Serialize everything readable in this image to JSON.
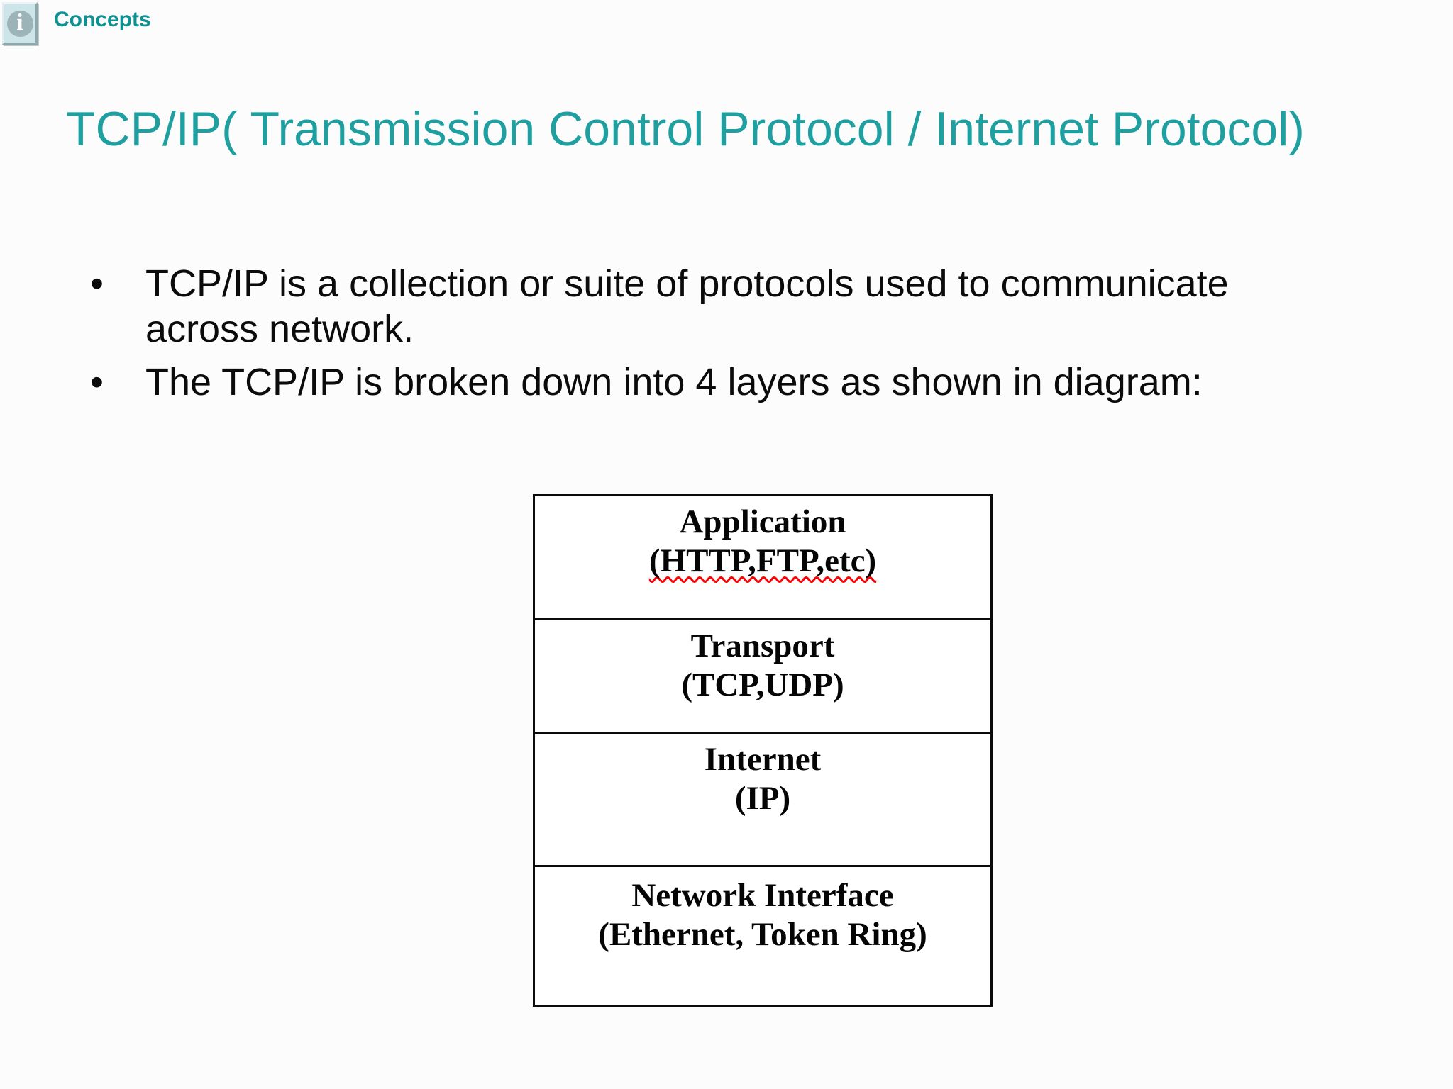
{
  "header": {
    "label": "Concepts",
    "icon_glyph": "i"
  },
  "title": {
    "text": "TCP/IP( Transmission Control Protocol / Internet Protocol)"
  },
  "bullets": {
    "marker": "•",
    "items": [
      "TCP/IP is a collection or suite of protocols used to communicate across network.",
      "The TCP/IP is broken down into 4 layers as shown in diagram:"
    ]
  },
  "diagram": {
    "type": "layer-stack",
    "layer_count": 4,
    "layers": [
      {
        "name": "Application",
        "protocols": "(HTTP,FTP,etc)",
        "spellcheck_underline": true
      },
      {
        "name": "Transport",
        "protocols": "(TCP,UDP)",
        "spellcheck_underline": false
      },
      {
        "name": "Internet",
        "protocols": "(IP)",
        "spellcheck_underline": false
      },
      {
        "name": "Network Interface",
        "protocols": "(Ethernet, Token Ring)",
        "spellcheck_underline": false
      }
    ]
  },
  "colors": {
    "header_teal": "#0F9191",
    "title_teal": "#1F9FA0",
    "squiggle_red": "#FF0000",
    "diagram_border": "#0A0A0A",
    "icon_face": "#CDE5E9",
    "icon_circle": "#9CB3B8"
  }
}
